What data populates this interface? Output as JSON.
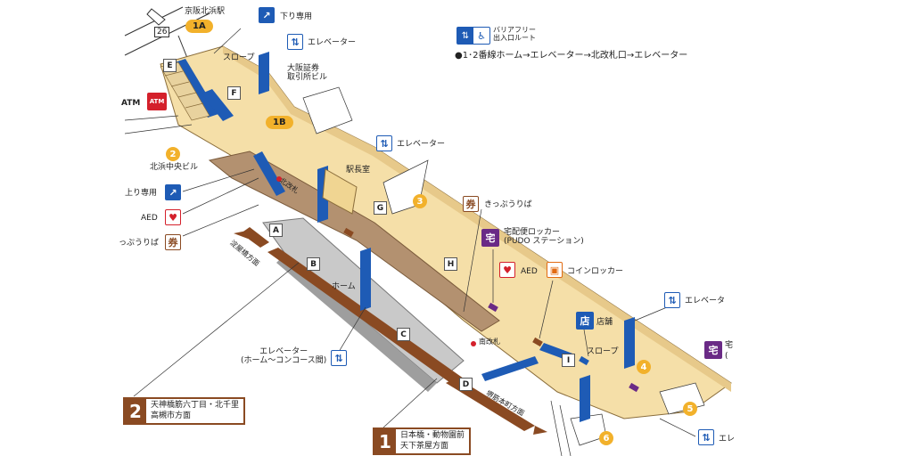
{
  "exits": {
    "e1a": "1A",
    "e1b": "1B",
    "e2": "2",
    "e3": "3",
    "e4": "4",
    "e5": "5",
    "e6": "6",
    "road_number": "26"
  },
  "labels": {
    "keihan": "京阪北浜駅",
    "down_only": "下り専用",
    "elevator_top": "エレベーター",
    "slope_top": "スロープ",
    "osaka_exchange": "大阪証券\n取引所ビル",
    "barrier_free_title": "バリアフリー\n出入口ルート",
    "route_desc": "●1･2番線ホーム→エレベーター→北改札口→エレベーター",
    "atm": "ATM",
    "kitahama_chuo": "北浜中央ビル",
    "elevator_mid": "エレベーター",
    "station_master": "駅長室",
    "up_only": "上り専用",
    "north_gate": "北改札",
    "aed_left": "AED",
    "ticket_left": "っぷうりば",
    "ticket_mid": "きっぷうりば",
    "locker": "宅配便ロッカー\n(PUDO ステーション)",
    "aed_mid": "AED",
    "coin_locker": "コインロッカー",
    "platform": "ホーム",
    "dir_yodoyabashi": "淀屋橋方面",
    "dir_sakaisuji": "堺筋本町方面",
    "elevator_platform": "エレベーター\n(ホーム～コンコース間)",
    "south_gate": "南改札",
    "shop": "店舗",
    "slope_right": "スロープ",
    "elevator_right": "エレベータ",
    "elevator_bottom": "エレ",
    "right_edge_1": "宅",
    "right_edge_2": "(",
    "letters": [
      "E",
      "F",
      "G",
      "A",
      "B",
      "H",
      "C",
      "I",
      "D"
    ]
  },
  "destinations": [
    {
      "num": "2",
      "line1": "天神橋筋六丁目・北千里",
      "line2": "高槻市方面"
    },
    {
      "num": "1",
      "line1": "日本橋・動物園前",
      "line2": "天下茶屋方面"
    }
  ],
  "icons": {
    "elevator_glyph": "⇅",
    "escalator_glyph": "↗",
    "ticket_glyph": "券",
    "locker_glyph": "宅",
    "aed_glyph": "♥",
    "coin_glyph": "▣",
    "shop_glyph": "店",
    "wheelchair_glyph": "♿",
    "atm_glyph": "ATM"
  },
  "colors": {
    "concourse": "#f5dfa8",
    "platform": "#c9c9c9",
    "brown": "#8a4a22",
    "escalator_blue": "#1e5bb5",
    "exit_yellow": "#f2b12b"
  }
}
